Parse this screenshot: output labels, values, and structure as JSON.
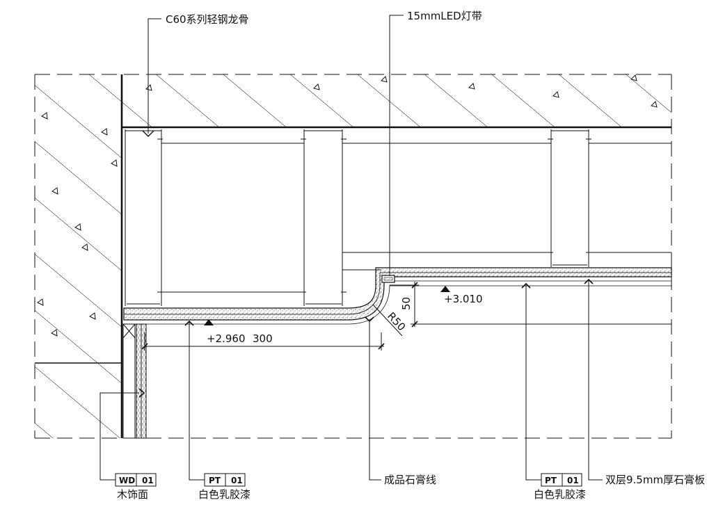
{
  "callouts": {
    "keel": "C60系列轻钢龙骨",
    "led": "15mmLED灯带",
    "molding": "成品石膏线",
    "board": "双层9.5mm厚石膏板"
  },
  "tags": {
    "wd": {
      "code": "WD",
      "num": "01",
      "desc": "木饰面"
    },
    "pt_left": {
      "code": "PT",
      "num": "01",
      "desc": "白色乳胶漆"
    },
    "pt_right": {
      "code": "PT",
      "num": "01",
      "desc": "白色乳胶漆"
    }
  },
  "levels": {
    "low": "+2.960",
    "high": "+3.010"
  },
  "dimensions": {
    "width": "300",
    "height": "50",
    "radius": "R50"
  }
}
